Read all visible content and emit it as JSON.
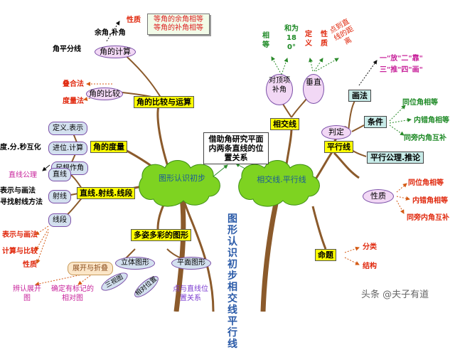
{
  "center_left": "图形认识初步",
  "center_right": "相交线.平行线",
  "relation": "关系",
  "vertical_title": "图形认识初步相交线平行线",
  "angle_compare": {
    "title": "角的比较与运算",
    "calc": "角的计算",
    "comp": "余角.补角",
    "nature": "性质",
    "rule_box": "等角的余角相等 等角的补角相等",
    "bisector": "角平分线",
    "compare": "角的比较",
    "overlap": "叠合法",
    "measure": "度量法"
  },
  "angle_measure": {
    "title": "角的度量",
    "def": "定义.表示",
    "unit": "进位.计算",
    "dms": "度.分.秒互化",
    "ruler": "尺规作角"
  },
  "lines": {
    "title": "直线.射线.线段",
    "line": "直线",
    "line_axiom": "直线公理",
    "ray": "射线",
    "ray_repr": "表示与画法",
    "ray_find": "寻找射线方法",
    "segment": "线段",
    "seg_repr": "表示与画法",
    "seg_calc": "计算与比较",
    "seg_nature": "性质"
  },
  "shapes": {
    "title": "多姿多彩的图形",
    "solid": "立体图形",
    "plane": "平面图形",
    "unfold": "展开与折叠",
    "spread": "辨认展开图",
    "mark": "确定有标记的相对图",
    "views": "三视图",
    "pos": "相对位置",
    "point_line": "点与直线位置关系"
  },
  "borrow_box": "借助角研究平面内两条直线的位置关系",
  "intersect": {
    "title": "相交线",
    "vert": "对顶项补角",
    "perp": "垂直",
    "equal": "相等",
    "sum": "和为180°",
    "def": "定义",
    "nature": "性质",
    "distance": "点到直线的距离"
  },
  "parallel": {
    "title": "平行线",
    "judge": "判定",
    "draw": "画法",
    "draw_rule1": "一\"放\"二\"靠\"",
    "draw_rule2": "三\"推\"四\"画\"",
    "cond": "条件",
    "c1": "同位角相等",
    "c2": "内错角相等",
    "c3": "同旁内角互补",
    "axiom": "平行公理.推论",
    "nature": "性质",
    "n1": "同位角相等",
    "n2": "内错角相等",
    "n3": "同旁内角互补",
    "prop": "命题",
    "classify": "分类",
    "structure": "结构"
  },
  "watermark": "头条 @夫子有道",
  "colors": {
    "tree": "#8b5a2b",
    "cloud": "#7ed321",
    "yellow": "#ffff00"
  }
}
